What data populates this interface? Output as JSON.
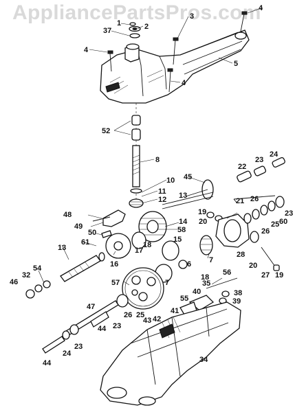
{
  "watermark": "AppliancePartsPros.com",
  "labels": [
    {
      "id": "p1",
      "text": "1"
    },
    {
      "id": "p2",
      "text": "2"
    },
    {
      "id": "p3",
      "text": "3"
    },
    {
      "id": "p4a",
      "text": "4"
    },
    {
      "id": "p4b",
      "text": "4"
    },
    {
      "id": "p4c",
      "text": "4"
    },
    {
      "id": "p5",
      "text": "5"
    },
    {
      "id": "p37",
      "text": "37"
    },
    {
      "id": "p52",
      "text": "52"
    },
    {
      "id": "p8",
      "text": "8"
    },
    {
      "id": "p10",
      "text": "10"
    },
    {
      "id": "p11",
      "text": "11"
    },
    {
      "id": "p12",
      "text": "12"
    },
    {
      "id": "p45",
      "text": "45"
    },
    {
      "id": "p22",
      "text": "22"
    },
    {
      "id": "p23a",
      "text": "23"
    },
    {
      "id": "p24a",
      "text": "24"
    },
    {
      "id": "p21",
      "text": "21"
    },
    {
      "id": "p26a",
      "text": "26"
    },
    {
      "id": "p23b",
      "text": "23"
    },
    {
      "id": "p60",
      "text": "60"
    },
    {
      "id": "p25a",
      "text": "25"
    },
    {
      "id": "p26b",
      "text": "26"
    },
    {
      "id": "p13a",
      "text": "13"
    },
    {
      "id": "p14",
      "text": "14"
    },
    {
      "id": "p19a",
      "text": "19"
    },
    {
      "id": "p20a",
      "text": "20"
    },
    {
      "id": "p58",
      "text": "58"
    },
    {
      "id": "p15",
      "text": "15"
    },
    {
      "id": "p48",
      "text": "48"
    },
    {
      "id": "p49",
      "text": "49"
    },
    {
      "id": "p50",
      "text": "50"
    },
    {
      "id": "p18a",
      "text": "18"
    },
    {
      "id": "p61",
      "text": "61"
    },
    {
      "id": "p13b",
      "text": "13"
    },
    {
      "id": "p17",
      "text": "17"
    },
    {
      "id": "p16",
      "text": "16"
    },
    {
      "id": "p28",
      "text": "28"
    },
    {
      "id": "p20b",
      "text": "20"
    },
    {
      "id": "p27",
      "text": "27"
    },
    {
      "id": "p19b",
      "text": "19"
    },
    {
      "id": "p54",
      "text": "54"
    },
    {
      "id": "p32",
      "text": "32"
    },
    {
      "id": "p46",
      "text": "46"
    },
    {
      "id": "p6",
      "text": "6"
    },
    {
      "id": "p7a",
      "text": "7"
    },
    {
      "id": "p7b",
      "text": "7"
    },
    {
      "id": "p18b",
      "text": "18"
    },
    {
      "id": "p56",
      "text": "56"
    },
    {
      "id": "p57",
      "text": "57"
    },
    {
      "id": "p38",
      "text": "38"
    },
    {
      "id": "p35",
      "text": "35"
    },
    {
      "id": "p40",
      "text": "40"
    },
    {
      "id": "p39",
      "text": "39"
    },
    {
      "id": "p55",
      "text": "55"
    },
    {
      "id": "p41",
      "text": "41"
    },
    {
      "id": "p43",
      "text": "43"
    },
    {
      "id": "p42",
      "text": "42"
    },
    {
      "id": "p26c",
      "text": "26"
    },
    {
      "id": "p25b",
      "text": "25"
    },
    {
      "id": "p23c",
      "text": "23"
    },
    {
      "id": "p44a",
      "text": "44"
    },
    {
      "id": "p47",
      "text": "47"
    },
    {
      "id": "p24b",
      "text": "24"
    },
    {
      "id": "p23d",
      "text": "23"
    },
    {
      "id": "p44b",
      "text": "44"
    },
    {
      "id": "p34",
      "text": "34"
    }
  ]
}
